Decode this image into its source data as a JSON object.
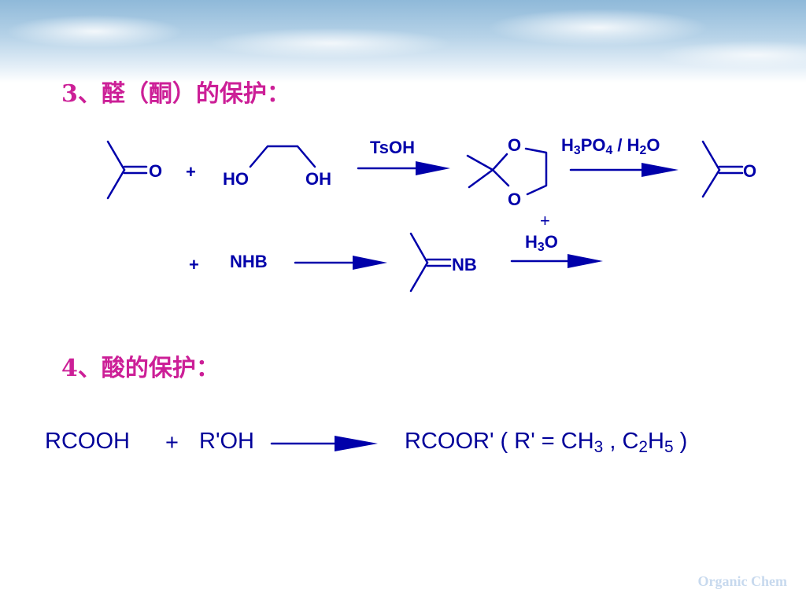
{
  "sections": {
    "aldehyde_title": "3、醛（酮）的保护：",
    "acid_title": "4、酸的保护："
  },
  "scheme1": {
    "carbonyl_o": "O",
    "plus": "+",
    "ho": "HO",
    "oh": "OH",
    "reagent": "TsOH",
    "ring_o_top": "O",
    "ring_o_bottom": "O",
    "deprotect_h3": "H",
    "deprotect_3": "3",
    "deprotect_po": "PO",
    "deprotect_4": "4",
    "deprotect_sep": " / H",
    "deprotect_2": "2",
    "deprotect_o": "O",
    "product_o": "O"
  },
  "scheme2": {
    "plus": "+",
    "amine": "NHB",
    "imine_nb": "NB",
    "hydronium_plus": "+",
    "hydronium_h": "H",
    "hydronium_3": "3",
    "hydronium_o": "O"
  },
  "scheme3": {
    "acid": "RCOOH",
    "plus": "+",
    "alcohol": "R'OH",
    "ester_prefix": "RCOOR' ( R' = CH",
    "ch_sub": "3",
    "comma": " , C",
    "c_sub": "2",
    "h": "H",
    "h_sub": "5",
    "close": " )"
  },
  "footer": {
    "watermark": "Organic Chem"
  },
  "colors": {
    "heading": "#cc1f97",
    "chem": "#0000aa",
    "watermark": "#c7d9ee"
  }
}
